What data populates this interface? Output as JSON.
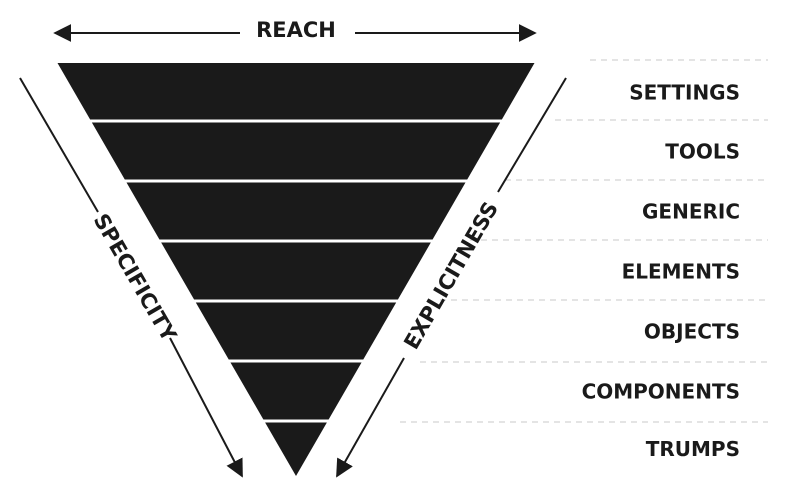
{
  "reach_label": "REACH",
  "specificity_label": "SPECIFICITY",
  "explicitness_label": "EXPLICITNESS",
  "layers": [
    "SETTINGS",
    "TOOLS",
    "GENERIC",
    "ELEMENTS",
    "OBJECTS",
    "COMPONENTS",
    "TRUMPS"
  ],
  "colors": {
    "fill": "#1a1a1a",
    "separator": "#ffffff",
    "guide": "#c8c8c8",
    "background": "#ffffff"
  }
}
